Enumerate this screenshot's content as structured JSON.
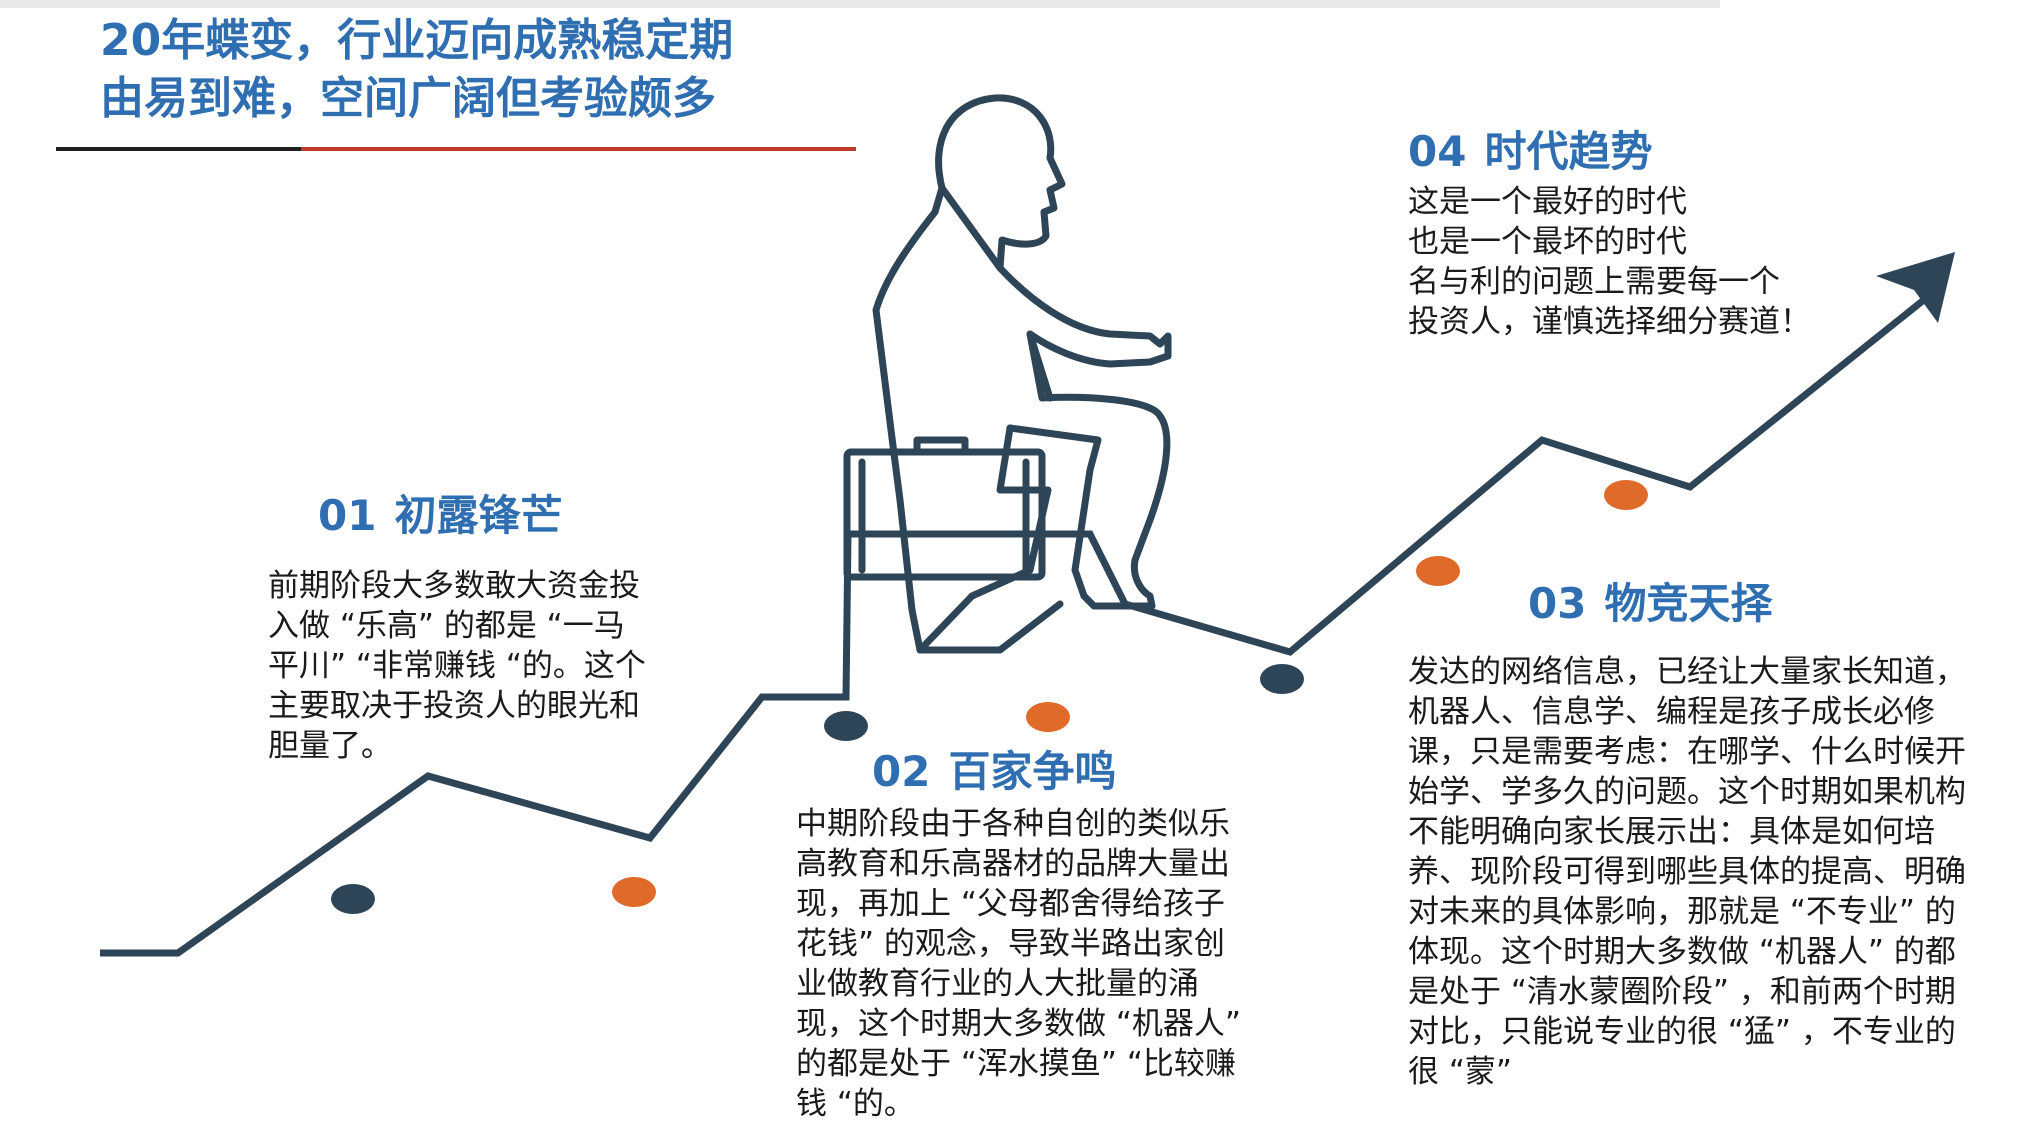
{
  "title": {
    "line1": "20年蝶变，行业迈向成熟稳定期",
    "line2": "由易到难，空间广阔但考验颇多"
  },
  "colors": {
    "accent_blue": "#2f6fb1",
    "line_navy": "#2e4557",
    "dot_orange": "#e06a2a",
    "dot_navy": "#2e4557",
    "rule_red": "#c0392b"
  },
  "icons": [
    "businessman-silhouette-icon",
    "trend-arrow-icon"
  ],
  "stages": [
    {
      "num": "01",
      "title": "初露锋芒",
      "text": "前期阶段大多数敢大资金投入做 “乐高” 的都是 “一马平川” “非常赚钱 “的。这个主要取决于投资人的眼光和胆量了。"
    },
    {
      "num": "02",
      "title": "百家争鸣",
      "text": "中期阶段由于各种自创的类似乐高教育和乐高器材的品牌大量出现，再加上 “父母都舍得给孩子花钱” 的观念，导致半路出家创业做教育行业的人大批量的涌现，这个时期大多数做 “机器人” 的都是处于 “浑水摸鱼” “比较赚钱 “的。"
    },
    {
      "num": "03",
      "title": "物竞天择",
      "text": "发达的网络信息，已经让大量家长知道，机器人、信息学、编程是孩子成长必修课，只是需要考虑：在哪学、什么时候开始学、学多久的问题。这个时期如果机构不能明确向家长展示出：具体是如何培养、现阶段可得到哪些具体的提高、明确对未来的具体影响，那就是 “不专业” 的体现。这个时期大多数做 “机器人” 的都是处于 “清水蒙圈阶段” ，和前两个时期对比，只能说专业的很 “猛” ，不专业的很 “蒙”"
    },
    {
      "num": "04",
      "title": "时代趋势",
      "lines": [
        "这是一个最好的时代",
        "也是一个最坏的时代",
        "名与利的问题上需要每一个",
        "投资人，谨慎选择细分赛道！"
      ]
    }
  ]
}
